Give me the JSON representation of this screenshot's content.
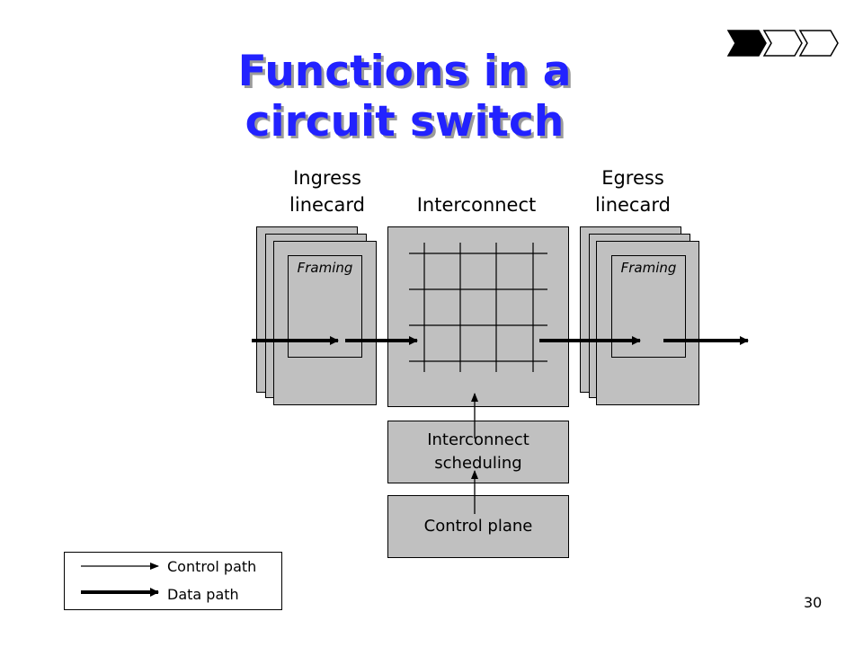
{
  "slide": {
    "title_line1": "Functions in a",
    "title_line2": "circuit switch",
    "page_number": "30"
  },
  "diagram": {
    "ingress_label_line1": "Ingress",
    "ingress_label_line2": "linecard",
    "interconnect_label": "Interconnect",
    "egress_label_line1": "Egress",
    "egress_label_line2": "linecard",
    "ingress_framing": "Framing",
    "egress_framing": "Framing",
    "scheduling_line1": "Interconnect",
    "scheduling_line2": "scheduling",
    "control_plane": "Control plane"
  },
  "legend": {
    "control_path": "Control path",
    "data_path": "Data path"
  },
  "colors": {
    "title": "#2222ff",
    "box_fill": "#c0c0c0"
  },
  "icons": {
    "nav": "chevron-arrows-icon"
  }
}
